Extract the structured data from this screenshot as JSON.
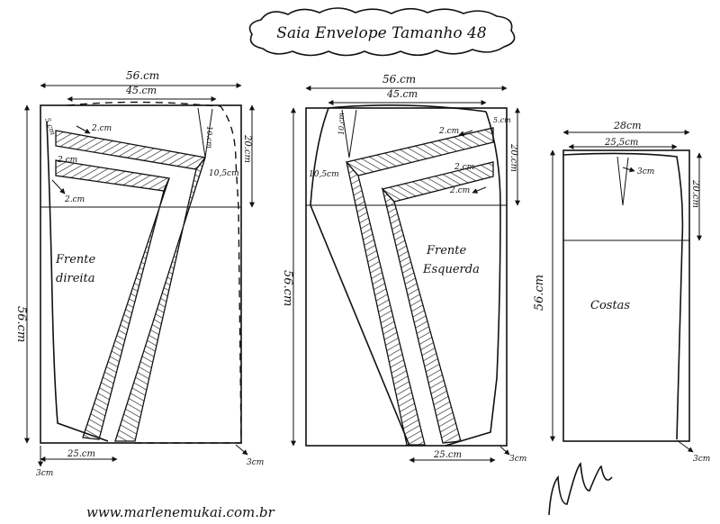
{
  "title": "Saia Envelope Tamanho 48",
  "website": "www.marlenemukai.com.br",
  "signature": "Marlene Mukai",
  "front_right": {
    "label_line1": "Frente",
    "label_line2": "direita",
    "top_width": "56.cm",
    "waist_width": "45.cm",
    "height": "56.cm",
    "hip_height": "20.cm",
    "waist_drop": "5.cm",
    "dart": "10.cm",
    "side_offset": "10,5cm",
    "band1": "2.cm",
    "band2": "2.cm",
    "band3": "2.cm",
    "hem_width": "25.cm",
    "hem_left": "3cm",
    "hem_right": "3cm"
  },
  "front_left": {
    "label_line1": "Frente",
    "label_line2": "Esquerda",
    "top_width": "56.cm",
    "waist_width": "45.cm",
    "height": "56.cm",
    "hip_height": "20.cm",
    "waist_drop": "5.cm",
    "dart": "10.cm",
    "side_offset": "10,5cm",
    "band1": "2.cm",
    "band2": "2.cm",
    "band3": "2.cm",
    "hem_width": "25.cm",
    "hem_right": "3cm"
  },
  "back": {
    "label": "Costas",
    "top_width": "28cm",
    "waist_width": "25,5cm",
    "height": "56.cm",
    "hip_height": "20.cm",
    "dart": "3cm",
    "hem_right": "3cm"
  }
}
